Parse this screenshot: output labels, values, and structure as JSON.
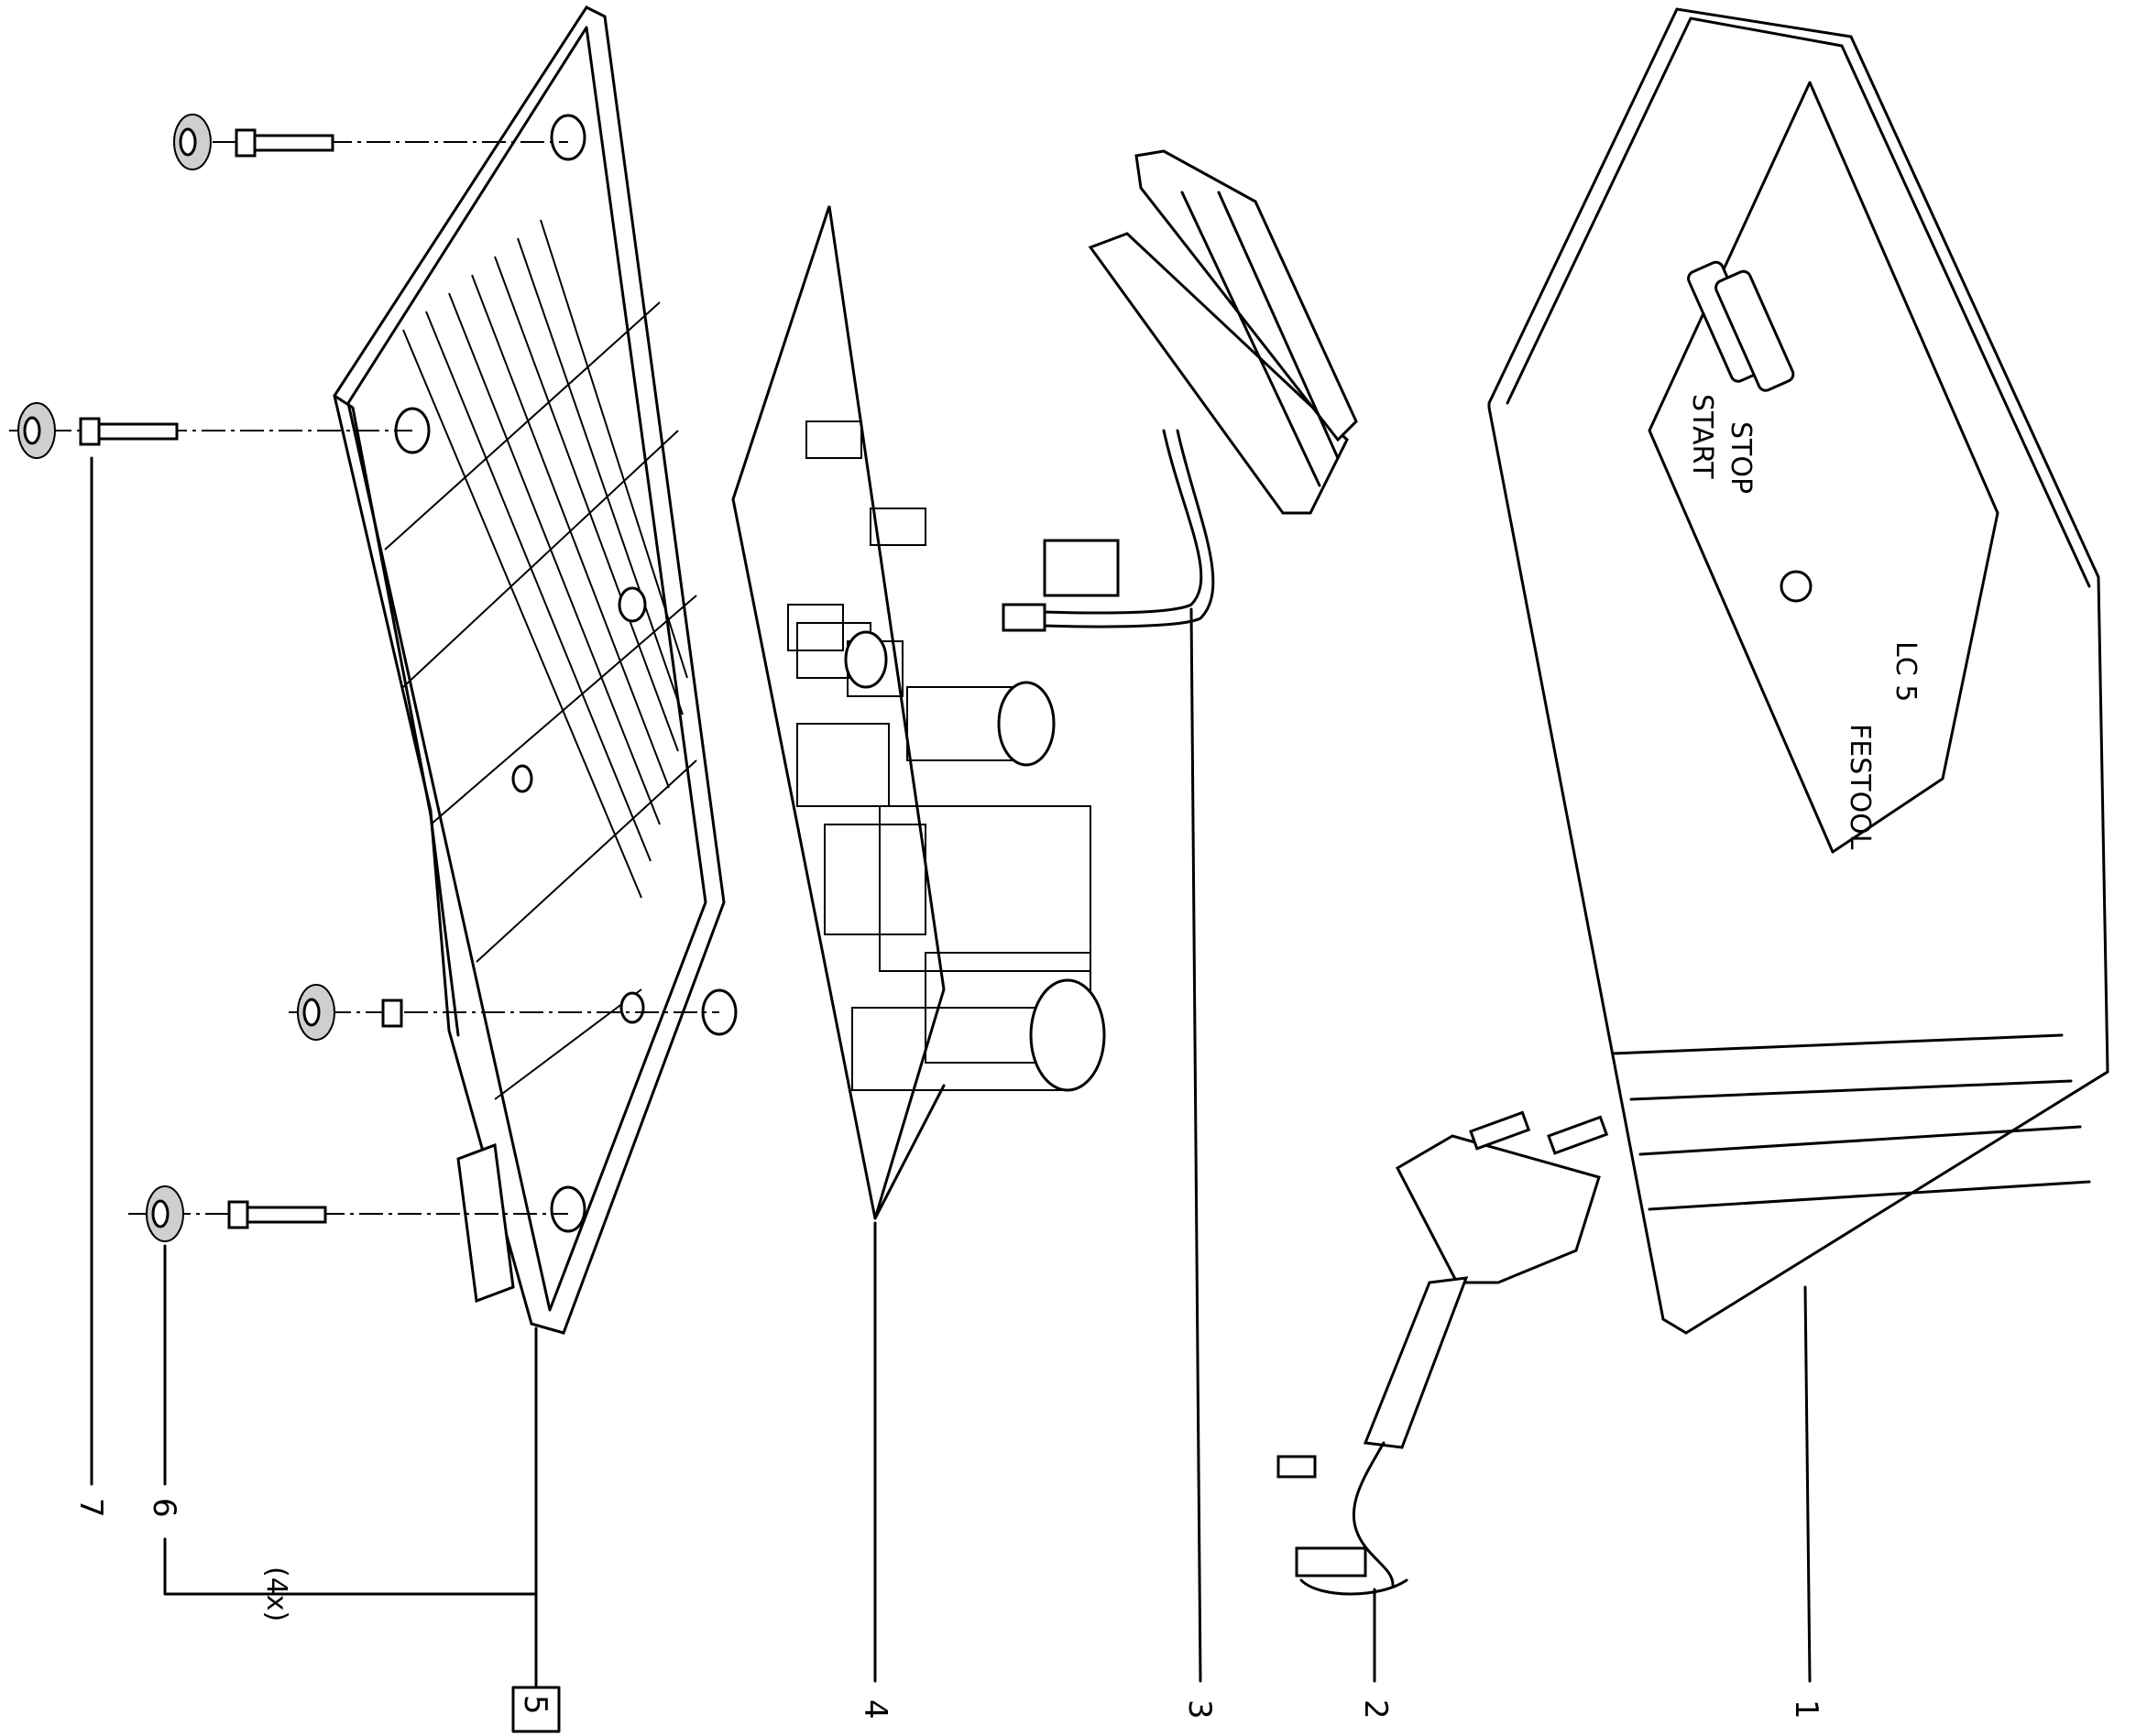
{
  "callouts": [
    {
      "id": "1",
      "text": "1"
    },
    {
      "id": "2",
      "text": "2"
    },
    {
      "id": "3",
      "text": "3"
    },
    {
      "id": "4",
      "text": "4"
    },
    {
      "id": "5",
      "text": "5"
    },
    {
      "id": "6",
      "text": "6"
    },
    {
      "id": "7",
      "text": "7"
    }
  ],
  "quantity_note": "(4x)",
  "device_label": "FESTOOL",
  "device_model": "LC 5",
  "panel_buttons": [
    "START",
    "STOP"
  ]
}
